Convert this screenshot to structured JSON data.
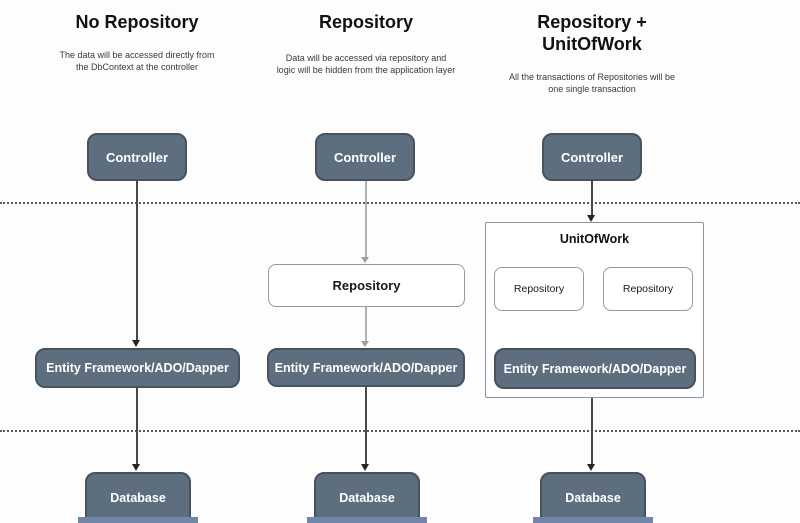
{
  "diagram": {
    "columns": [
      {
        "title": "No Repository",
        "description": "The data will be accessed directly from the DbContext at the controller",
        "controller_label": "Controller",
        "ef_label": "Entity Framework/ADO/Dapper",
        "database_label": "Database"
      },
      {
        "title": "Repository",
        "description": "Data will be accessed via repository and logic will be hidden from the application layer",
        "controller_label": "Controller",
        "repository_label": "Repository",
        "ef_label": "Entity Framework/ADO/Dapper",
        "database_label": "Database"
      },
      {
        "title": "Repository + UnitOfWork",
        "description": "All the transactions of Repositories will be one single transaction",
        "controller_label": "Controller",
        "unitofwork_label": "UnitOfWork",
        "repository1_label": "Repository",
        "repository2_label": "Repository",
        "ef_label": "Entity Framework/ADO/Dapper",
        "database_label": "Database"
      }
    ],
    "colors": {
      "dark_box_fill": "#5d6f7f",
      "dark_box_border": "#46535e",
      "light_box_border": "#959a9e",
      "arrow_dark": "#474747",
      "arrow_light": "#a9b2b4",
      "dotted_line": "#5a5a5a",
      "database_base_strip": "#7187a6"
    }
  }
}
